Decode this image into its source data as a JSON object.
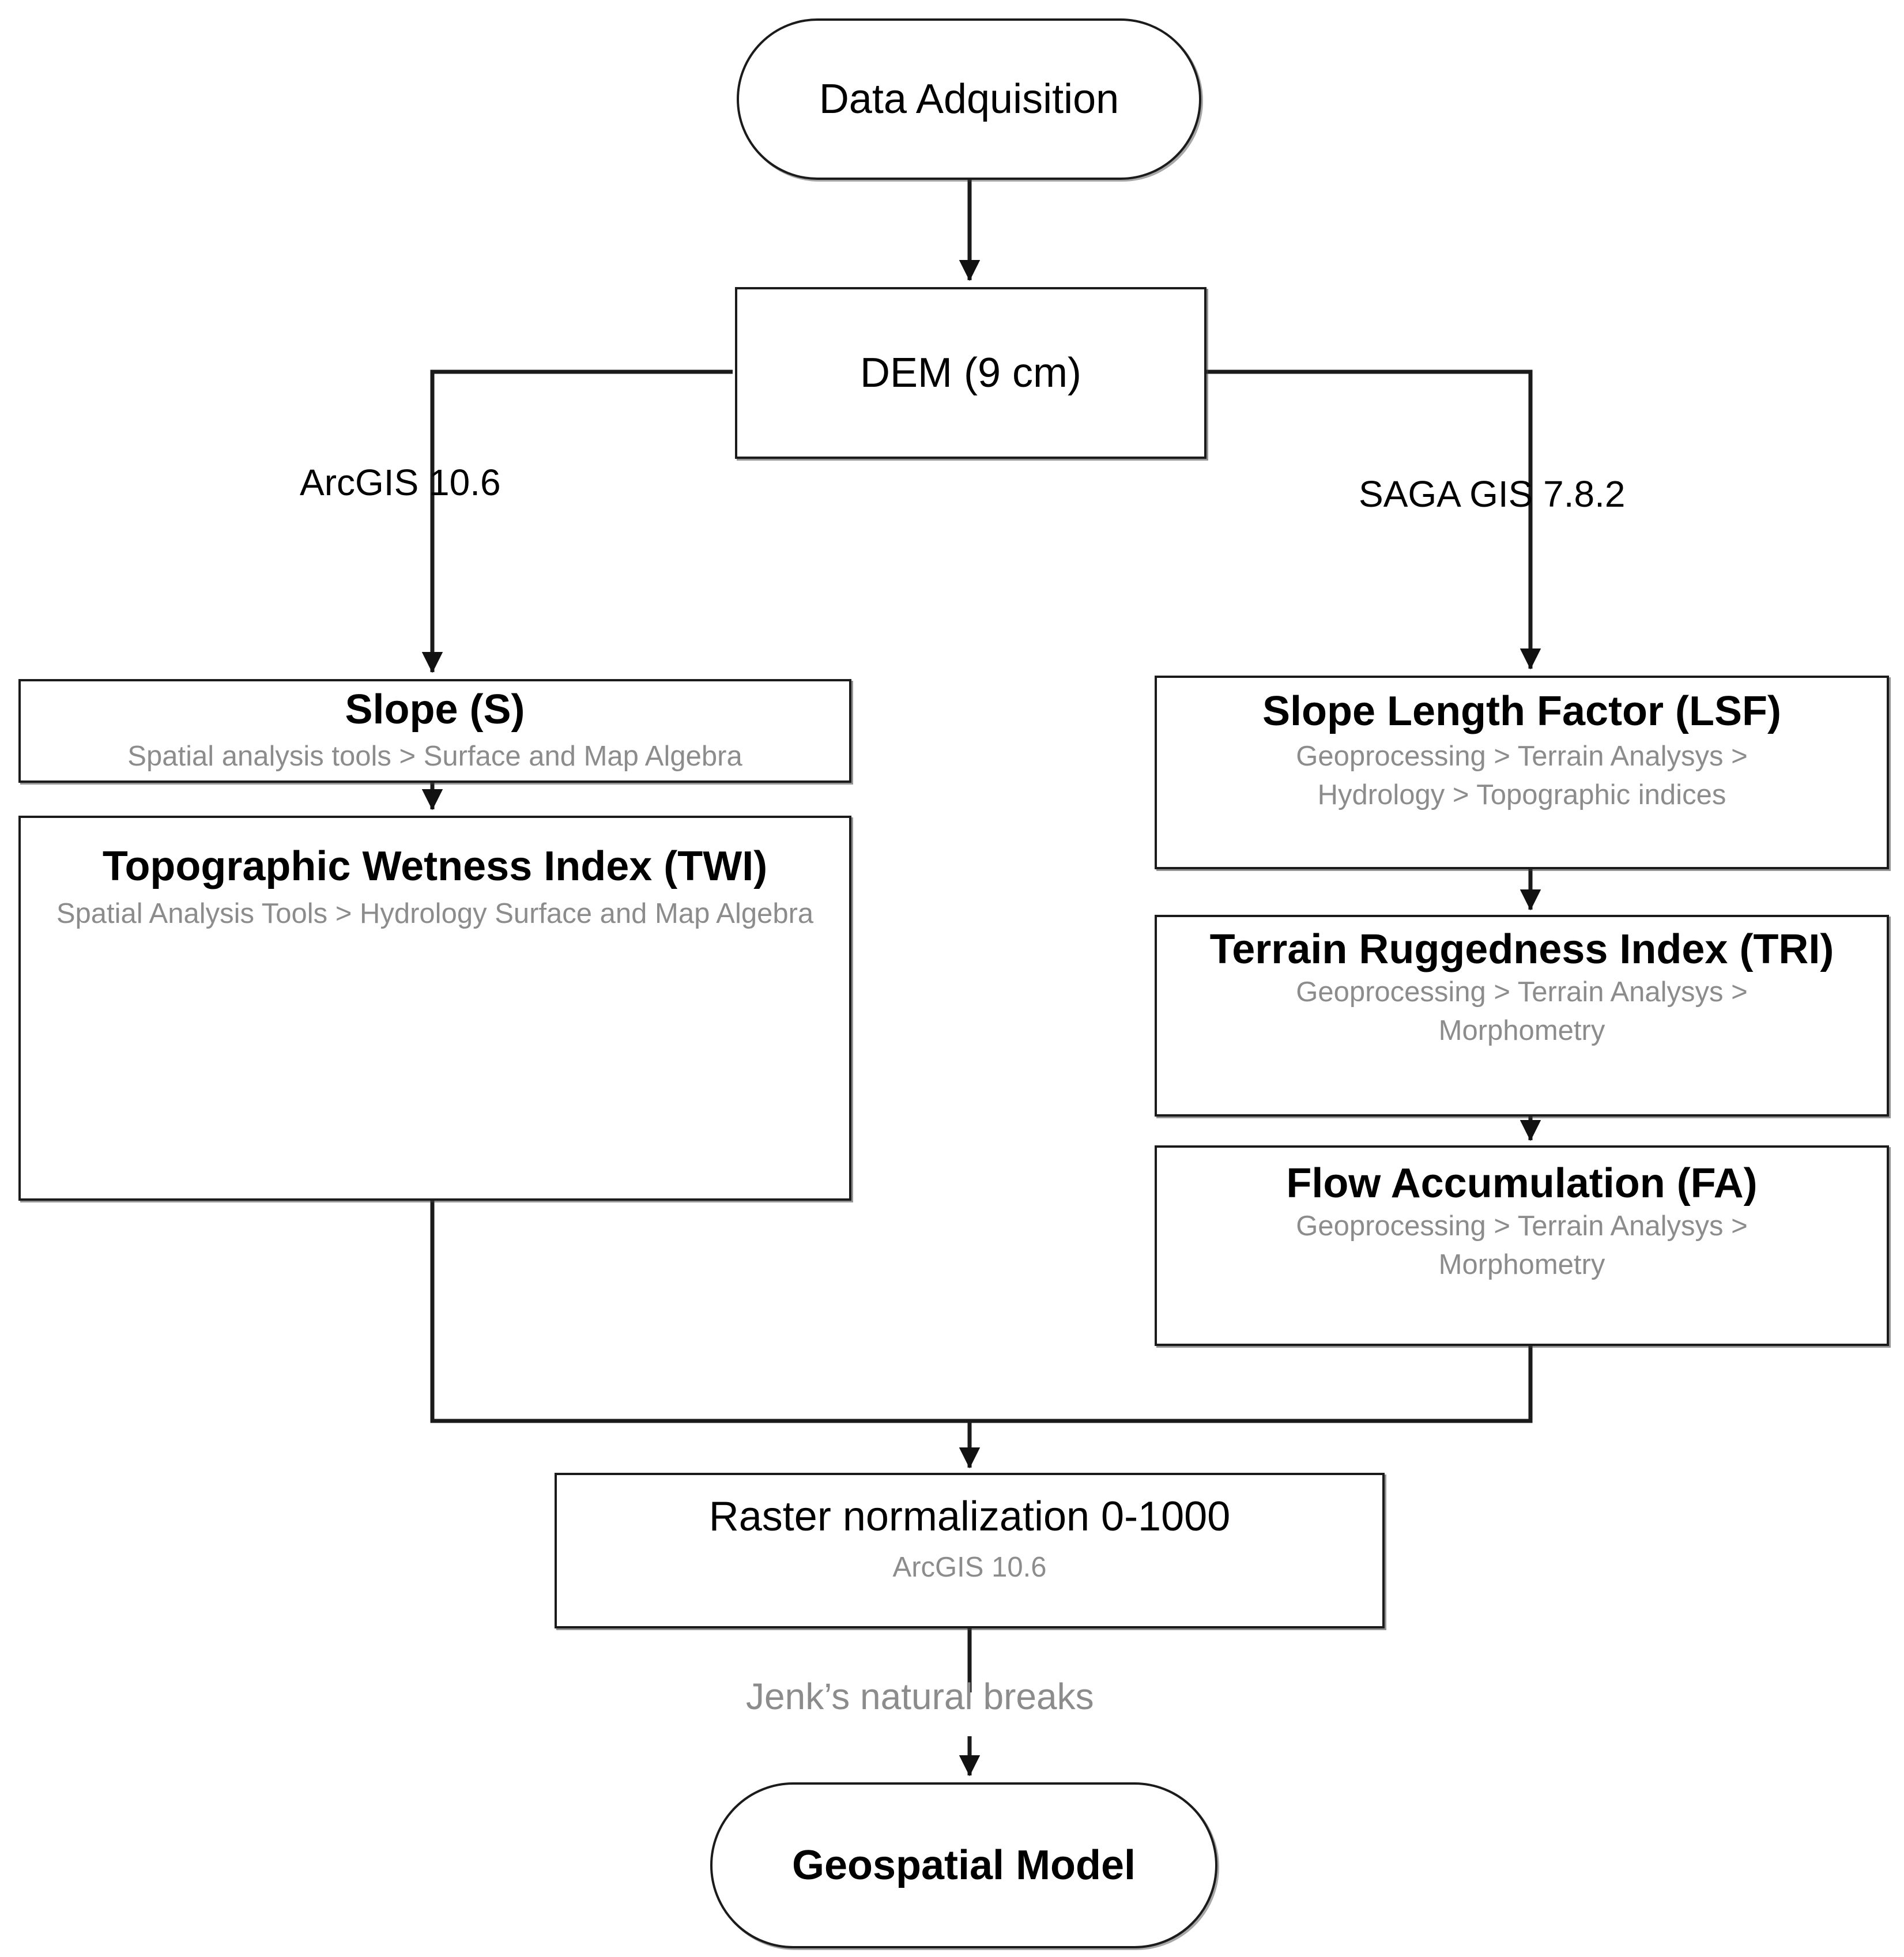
{
  "diagram": {
    "type": "flowchart",
    "title": "GIS terrain-analysis workflow",
    "orientation": "top-to-bottom",
    "colors": {
      "line": "#1b1b1b",
      "title_text": "#000000",
      "subtitle_text": "#8c8c8c",
      "background": "#ffffff"
    }
  },
  "nodes": {
    "data_acquisition": {
      "label": "Data Adquisition",
      "shape": "stadium"
    },
    "dem": {
      "label": "DEM (9 cm)",
      "shape": "rectangle"
    },
    "slope": {
      "label": "Slope (S)",
      "subtitle": "Spatial analysis tools > Surface and Map Algebra",
      "shape": "rectangle"
    },
    "twi": {
      "label": "Topographic Wetness Index (TWI)",
      "subtitle": "Spatial Analysis Tools > Hydrology Surface and Map Algebra",
      "shape": "rectangle"
    },
    "lsf": {
      "label": "Slope Length Factor (LSF)",
      "subtitle_line1": "Geoprocessing > Terrain Analysys >",
      "subtitle_line2": "Hydrology > Topographic indices",
      "shape": "rectangle"
    },
    "tri": {
      "label": "Terrain Ruggedness Index (TRI)",
      "subtitle_line1": "Geoprocessing > Terrain Analysys >",
      "subtitle_line2": "Morphometry",
      "shape": "rectangle"
    },
    "fa": {
      "label": "Flow Accumulation (FA)",
      "subtitle_line1": "Geoprocessing > Terrain Analysys >",
      "subtitle_line2": "Morphometry",
      "shape": "rectangle"
    },
    "normalization": {
      "label": "Raster normalization 0-1000",
      "subtitle": "ArcGIS 10.6",
      "shape": "rectangle"
    },
    "geospatial_model": {
      "label": "Geospatial Model",
      "shape": "stadium"
    }
  },
  "edge_labels": {
    "left_branch": "ArcGIS 10.6",
    "right_branch": "SAGA GIS 7.8.2",
    "classification": "Jenk’s natural breaks"
  }
}
